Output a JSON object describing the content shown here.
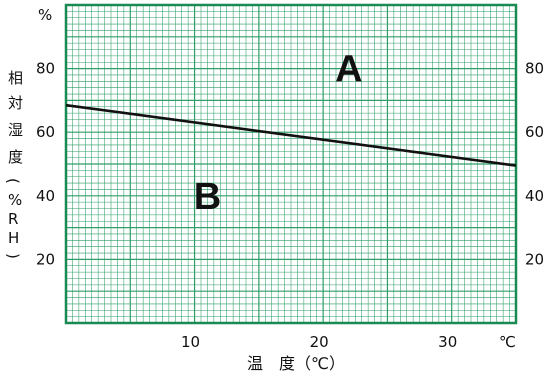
{
  "chart_data": {
    "type": "line",
    "title": "",
    "y_unit_label": "%",
    "x_unit_label": "℃",
    "ylabel": "相対湿度（%RH）",
    "xlabel": "温　度（℃）",
    "xlim": [
      0,
      35
    ],
    "ylim": [
      0,
      100
    ],
    "x_ticks": [
      10,
      20,
      30
    ],
    "y_ticks": [
      20,
      40,
      60,
      80
    ],
    "grid": true,
    "grid_color": "#2e9e68",
    "border_color": "#1a8a55",
    "line_color": "#111111",
    "series": [
      {
        "x": [
          0,
          35
        ],
        "y": [
          68.5,
          49.5
        ]
      }
    ],
    "annotations": [
      {
        "text": "A",
        "x": 22,
        "y": 80
      },
      {
        "text": "B",
        "x": 11,
        "y": 40
      }
    ]
  }
}
